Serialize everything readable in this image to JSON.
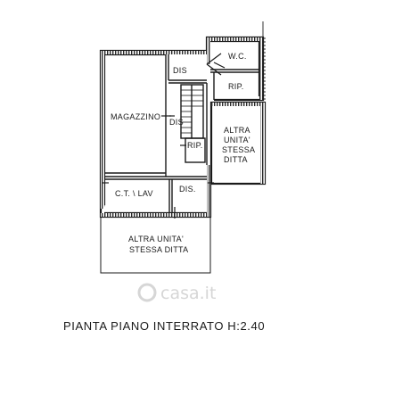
{
  "rooms": {
    "magazzino": "MAGAZZINO",
    "dis_top": "DIS",
    "dis_mid": "DIS",
    "dis_low": "DIS.",
    "wc": "W.C.",
    "rip_right": "RIP.",
    "rip_small": "RIP.",
    "ct_lav": "C.T. \\ LAV",
    "altra_unita_right": [
      "ALTRA",
      "UNITA'",
      "STESSA",
      "DITTA"
    ],
    "altra_unita_bottom": [
      "ALTRA UNITA'",
      "STESSA DITTA"
    ]
  },
  "caption": "PIANTA PIANO INTERRATO H:2.40",
  "watermark": "casa.it",
  "colors": {
    "wall": "#1a1a1a",
    "hatch": "#555555",
    "watermark": "#d6d6d6"
  }
}
